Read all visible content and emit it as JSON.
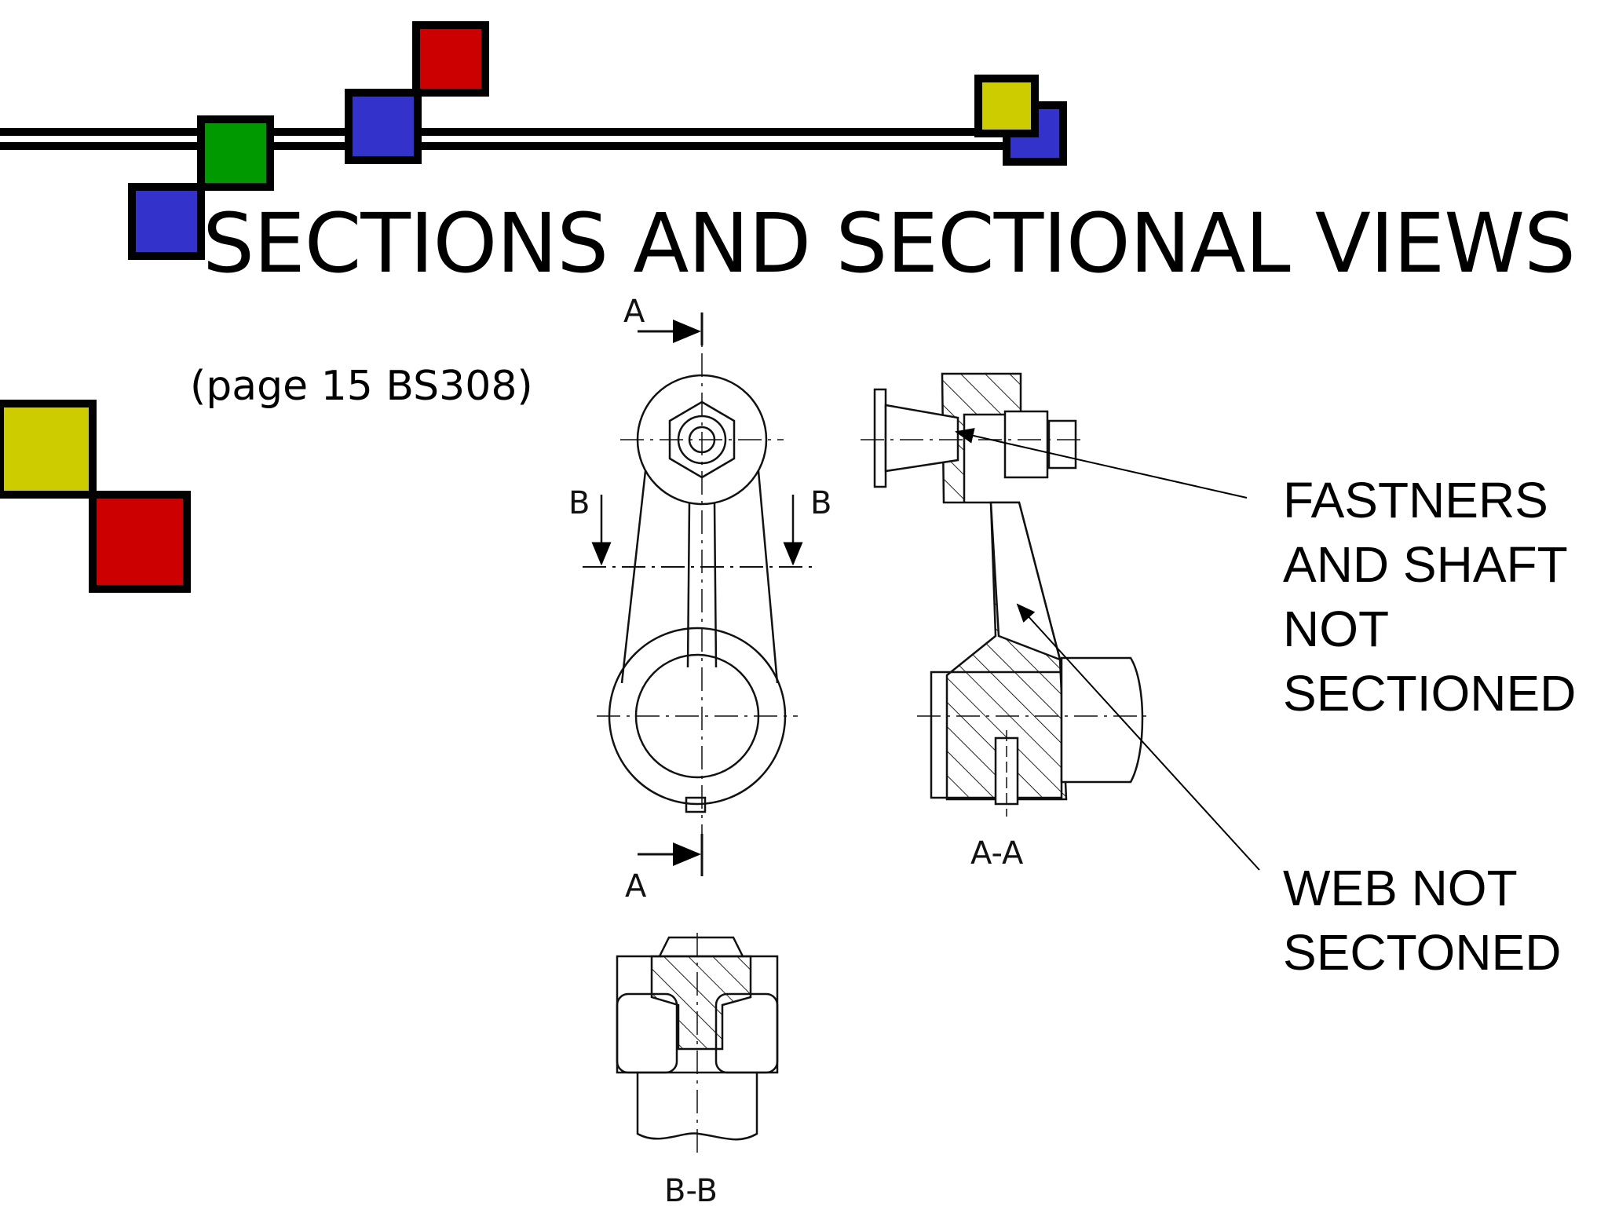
{
  "title": "SECTIONS AND SECTIONAL VIEWS",
  "subtitle": "(page 15 BS308)",
  "callouts": {
    "fasteners": [
      "FASTNERS",
      "AND SHAFT",
      "NOT",
      "SECTIONED"
    ],
    "web": [
      "WEB NOT",
      "SECTONED"
    ]
  },
  "drawing": {
    "label_a_top": "A",
    "label_a_bottom": "A",
    "label_b_left": "B",
    "label_b_right": "B",
    "label_section_aa": "A-A",
    "label_section_bb": "B-B"
  },
  "colors": {
    "blue": "#3333cc",
    "green": "#009900",
    "red": "#cc0000",
    "yellow": "#cccc00",
    "outline": "#000000"
  }
}
